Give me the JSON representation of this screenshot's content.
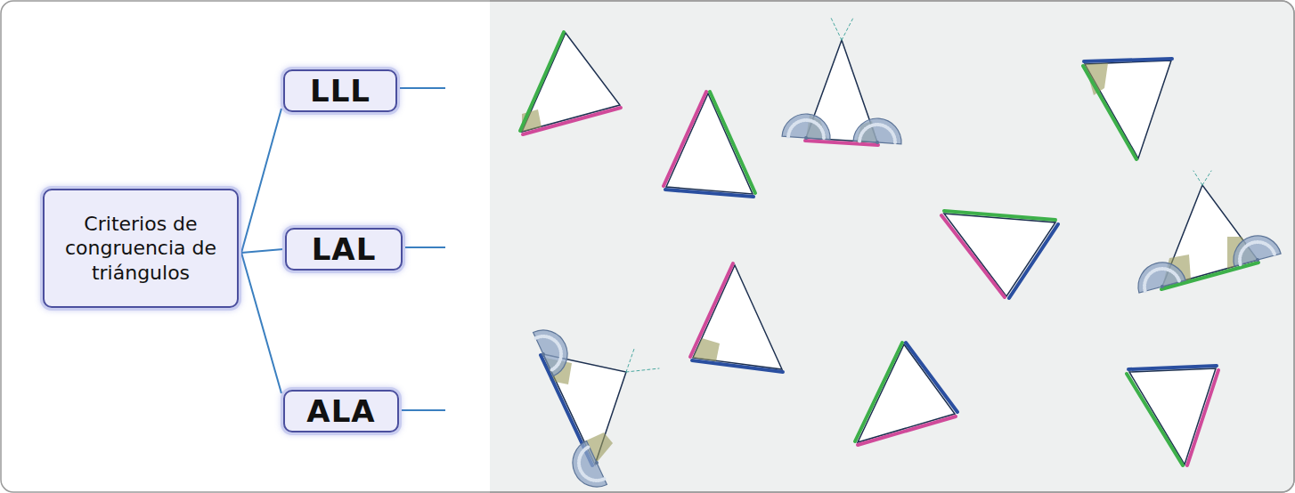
{
  "diagram": {
    "nodes": [
      {
        "text": [
          "Criterios de congruencia de triángulos"
        ]
      },
      {
        "text": [
          "LLL"
        ]
      },
      {
        "text": [
          "LAL"
        ]
      },
      {
        "text": [
          "ALA"
        ]
      }
    ],
    "edges": [
      {
        "from": 0,
        "to": 1,
        "arrow": "none"
      },
      {
        "from": 0,
        "to": 2,
        "arrow": "none"
      },
      {
        "from": 0,
        "to": 3,
        "arrow": "none"
      }
    ]
  }
}
